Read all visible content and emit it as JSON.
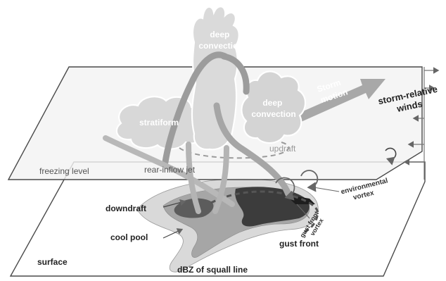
{
  "labels": {
    "deep_convection_top": [
      "deep",
      "convection"
    ],
    "deep_convection_right": [
      "deep",
      "convection"
    ],
    "stratiform": "stratiform",
    "storm_motion": [
      "Storm",
      "motion"
    ],
    "storm_relative_winds": [
      "storm-relative",
      "winds"
    ],
    "updraft": "updraft",
    "freezing_level": "freezing level",
    "rear_inflow_jet": "rear-inflow jet",
    "environmental_vortex": [
      "environmental",
      "vortex"
    ],
    "downdraft": "downdraft",
    "cool_pool": "cool pool",
    "gust_front_vortex": [
      "gust front",
      "vortex"
    ],
    "gust_front": "gust front",
    "surface": "surface",
    "dbz": "dBZ of squall line"
  },
  "colors": {
    "plane_edge": "#4a4a4a",
    "upper_plane_fill": "#f3f3f3",
    "cloud_fill": "#d8d8d8",
    "cloud_edge": "#ffffff",
    "arrow_gray": "#8f8f8f",
    "reflectivity_light": "#d9d9d9",
    "reflectivity_mid": "#9e9e9e",
    "reflectivity_dark": "#3c3c3c",
    "reflectivity_core": "#1e1e1e"
  }
}
